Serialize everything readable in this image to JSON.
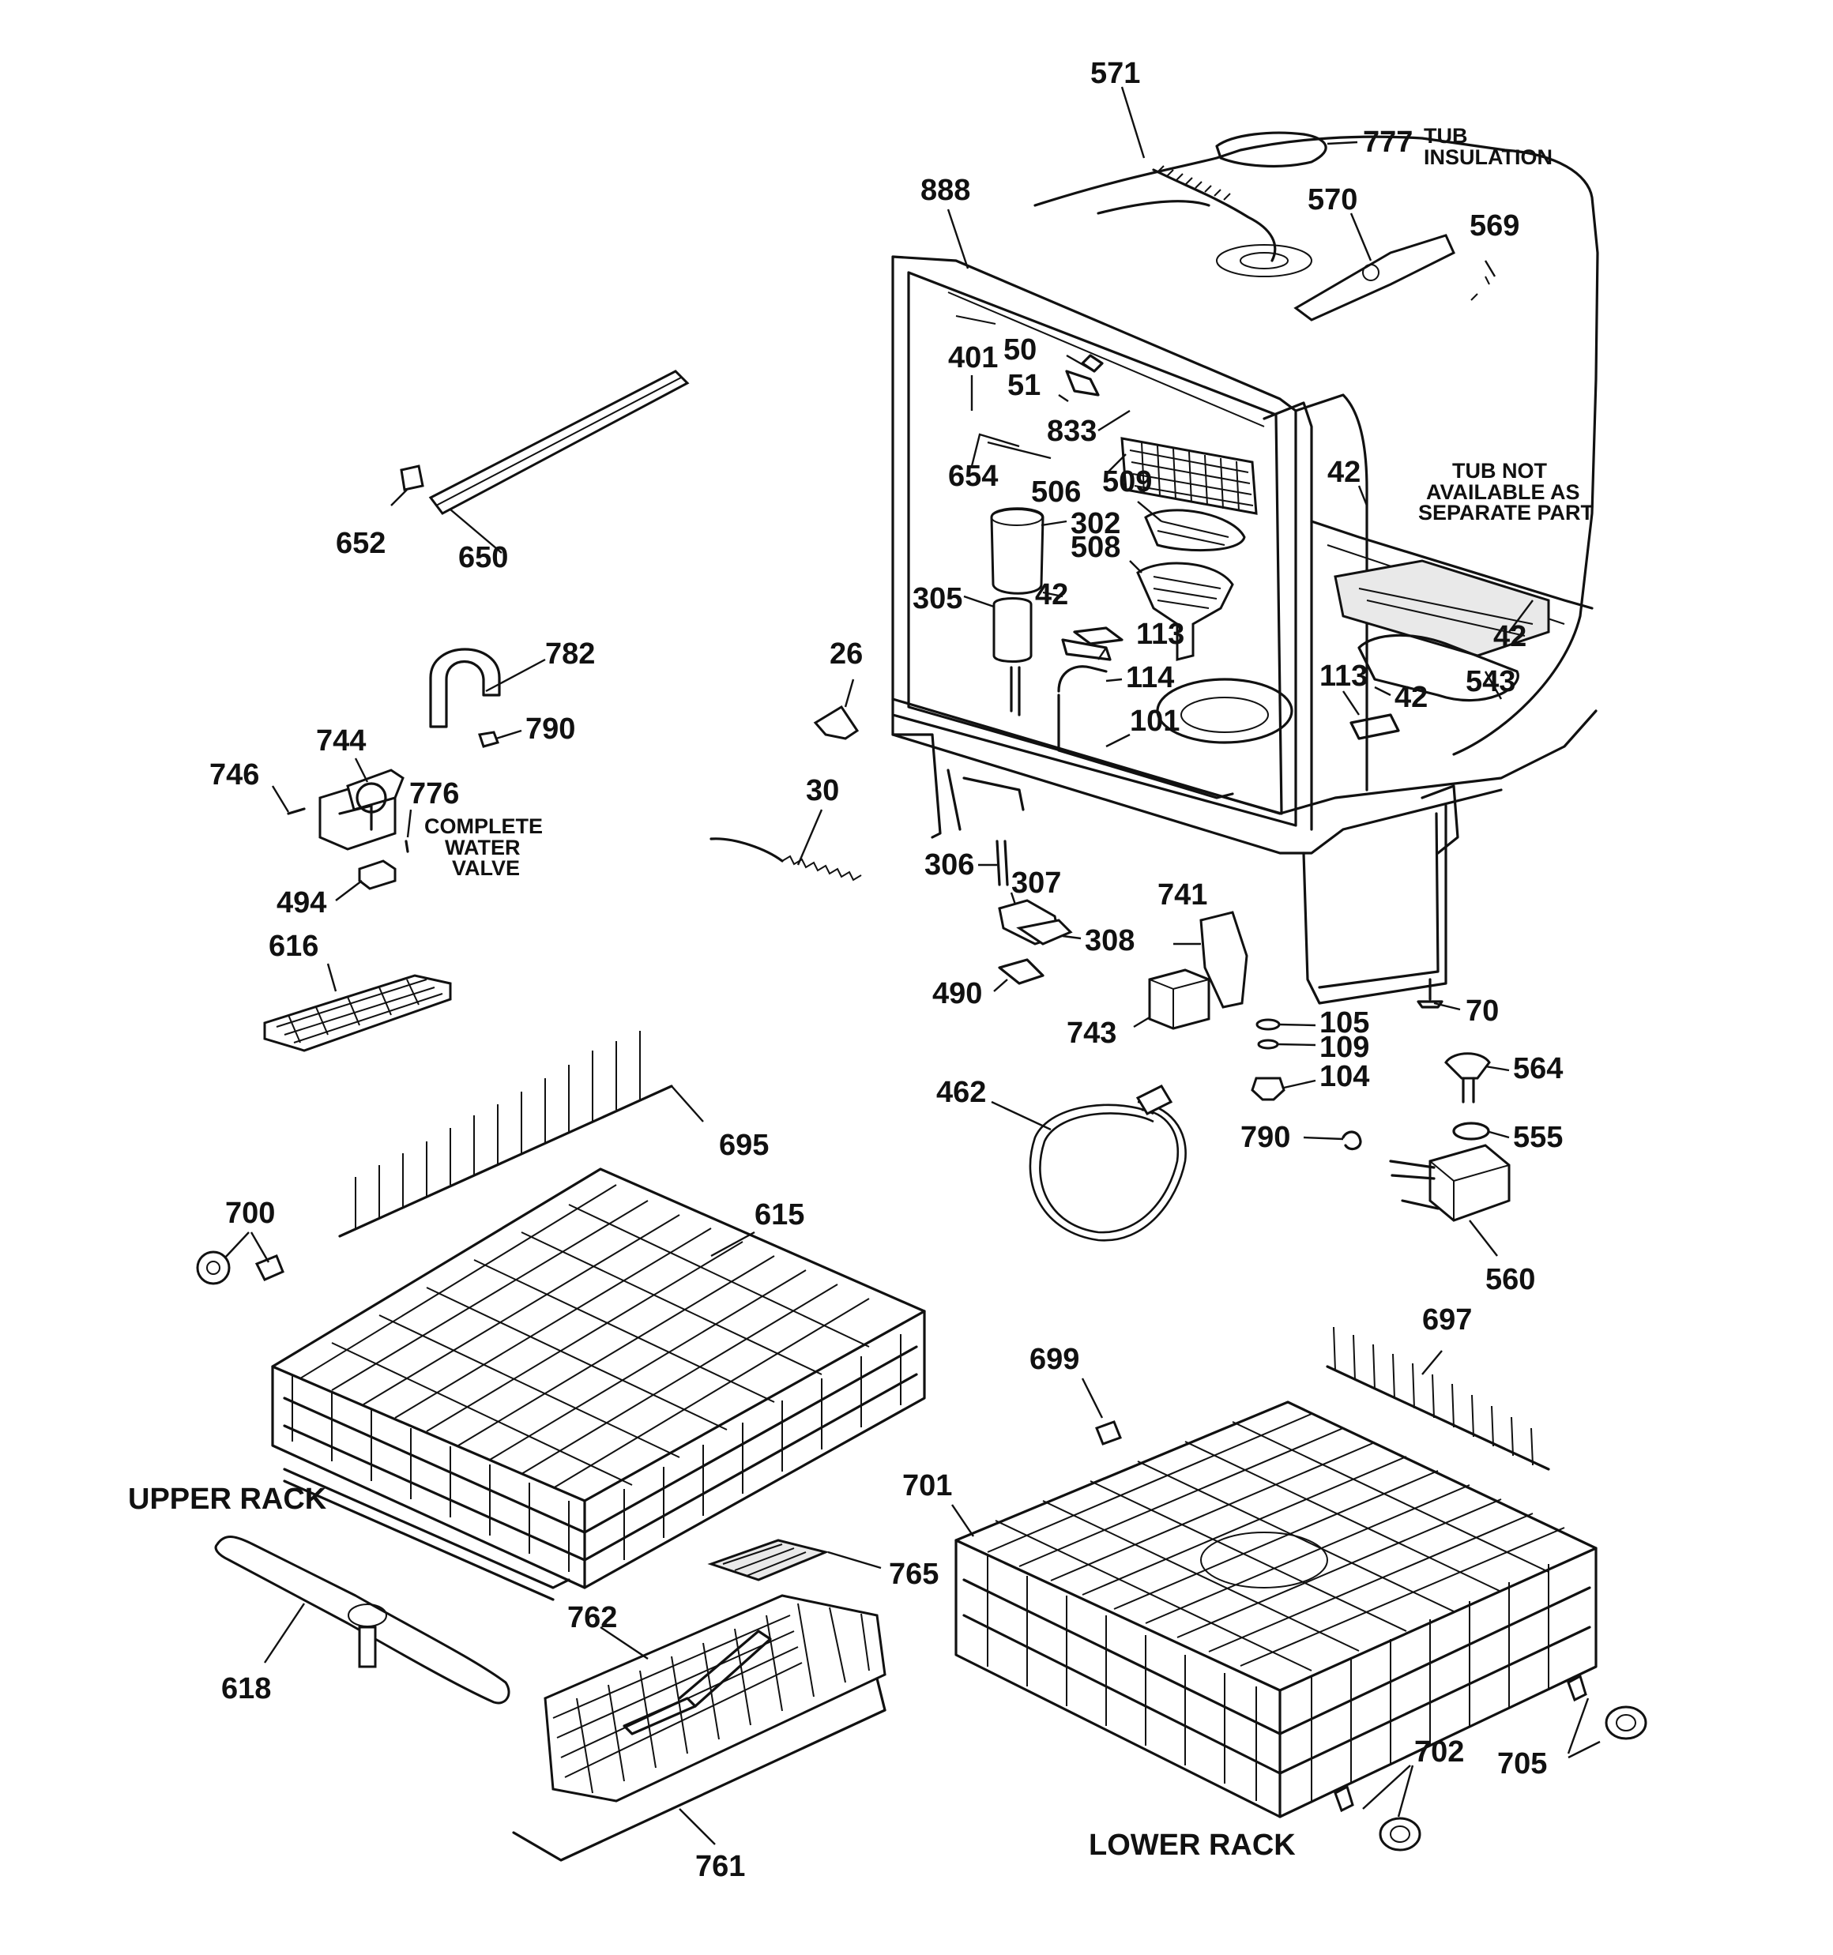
{
  "parts": {
    "p571": "571",
    "p777": "777",
    "p888": "888",
    "p570": "570",
    "p569": "569",
    "p401": "401",
    "p50": "50",
    "p51": "51",
    "p833": "833",
    "p654": "654",
    "p506": "506",
    "p509": "509",
    "p302": "302",
    "p508": "508",
    "p42a": "42",
    "p305": "305",
    "p113a": "113",
    "p114": "114",
    "p101": "101",
    "p42b": "42",
    "p42c": "42",
    "p42d": "42",
    "p113b": "113",
    "p543": "543",
    "p652": "652",
    "p650": "650",
    "p782": "782",
    "p790a": "790",
    "p744": "744",
    "p746": "746",
    "p776": "776",
    "p494": "494",
    "p26": "26",
    "p30": "30",
    "p306": "306",
    "p307": "307",
    "p308": "308",
    "p741": "741",
    "p490": "490",
    "p743": "743",
    "p70": "70",
    "p105": "105",
    "p109": "109",
    "p104": "104",
    "p564": "564",
    "p555": "555",
    "p790b": "790",
    "p462": "462",
    "p560": "560",
    "p616": "616",
    "p695": "695",
    "p700": "700",
    "p615": "615",
    "p697": "697",
    "p699": "699",
    "p701": "701",
    "p765": "765",
    "p618": "618",
    "p762": "762",
    "p761": "761",
    "p702": "702",
    "p705": "705"
  },
  "notes": {
    "tub_insulation_1": "TUB",
    "tub_insulation_2": "INSULATION",
    "tub_not_1": "TUB NOT",
    "tub_not_2": "AVAILABLE AS",
    "tub_not_3": "SEPARATE PART",
    "valve_1": "COMPLETE",
    "valve_2": "WATER",
    "valve_3": "VALVE"
  },
  "captions": {
    "upper_rack": "UPPER RACK",
    "lower_rack": "LOWER RACK"
  }
}
